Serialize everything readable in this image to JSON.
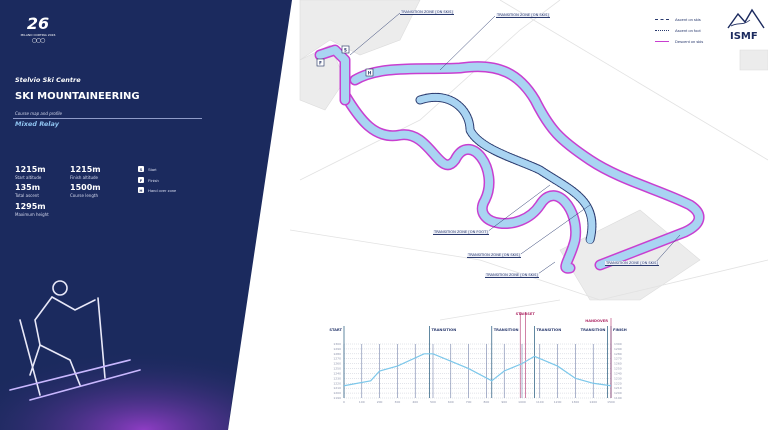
{
  "header": {
    "logo_text": "MILANO CORTINA 2026",
    "venue": "Stelvio Ski Centre",
    "title": "SKI MOUNTAINEERING",
    "subtitle": "Course map and profile",
    "event": "Mixed Relay"
  },
  "stats": [
    {
      "value": "1215m",
      "label": "Start altitude"
    },
    {
      "value": "1215m",
      "label": "Finish altitude"
    },
    {
      "value": "135m",
      "label": "Total ascent"
    },
    {
      "value": "1500m",
      "label": "Course length"
    },
    {
      "value": "1295m",
      "label": "Maximum height"
    }
  ],
  "map_key": [
    {
      "badge": "S",
      "label": "Start"
    },
    {
      "badge": "F",
      "label": "Finish"
    },
    {
      "badge": "H",
      "label": "Hand over zone"
    }
  ],
  "legend": [
    {
      "label": "Ascent on skis",
      "style": "dashed"
    },
    {
      "label": "Ascent on foot",
      "style": "dotted"
    },
    {
      "label": "Descent on skis",
      "style": "solid"
    }
  ],
  "org_logo": "ISMF",
  "zones": [
    "TRANSITION ZONE [ON SKIS]",
    "TRANSITION ZONE [ON SKIS]",
    "TRANSITION ZONE [ON FOOT]",
    "TRANSITION ZONE [ON SKIS]",
    "TRANSITION ZONE [ON SKIS]",
    "TRANSITION ZONE [ON SKIS]"
  ],
  "colors": {
    "navy": "#1b2a5e",
    "course": "#a9d4f2",
    "descent": "#c83fd0",
    "profile": "#7cc7ea",
    "staircase": "#b0306a"
  },
  "chart_data": {
    "type": "line",
    "x": [
      0,
      150,
      200,
      300,
      450,
      500,
      600,
      700,
      830,
      900,
      1000,
      1070,
      1200,
      1300,
      1400,
      1500
    ],
    "y": [
      1215,
      1225,
      1245,
      1255,
      1280,
      1280,
      1265,
      1250,
      1225,
      1245,
      1260,
      1275,
      1255,
      1230,
      1220,
      1215
    ],
    "xlim": [
      0,
      1500
    ],
    "ylim": [
      1190,
      1300
    ],
    "xticks": [
      0,
      100,
      200,
      300,
      400,
      500,
      600,
      700,
      800,
      900,
      1000,
      1100,
      1200,
      1300,
      1400,
      1500
    ],
    "yticks": [
      1190,
      1200,
      1210,
      1220,
      1230,
      1240,
      1250,
      1260,
      1270,
      1280,
      1290,
      1300
    ],
    "grid": true,
    "markers": [
      {
        "x": 0,
        "label": "START",
        "color": "#3a6a8a"
      },
      {
        "x": 480,
        "label": "TRANSITION",
        "color": "#3a6a8a"
      },
      {
        "x": 830,
        "label": "TRANSITION",
        "color": "#3a6a8a"
      },
      {
        "x": 1070,
        "label": "TRANSITION",
        "color": "#3a6a8a"
      },
      {
        "x": 1480,
        "label": "TRANSITION",
        "color": "#3a6a8a"
      },
      {
        "x": 1500,
        "label": "FINISH",
        "color": "#3a6a8a"
      }
    ],
    "special": [
      {
        "x": [
          990,
          1020
        ],
        "label": "STAIRSET"
      },
      {
        "x": [
          1500
        ],
        "label": "HANDOVER"
      }
    ]
  }
}
